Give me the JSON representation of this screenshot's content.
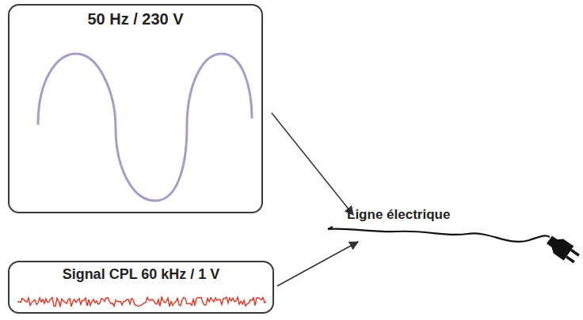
{
  "diagram": {
    "nodes": [
      {
        "text": [
          "50 Hz / 230 V"
        ]
      },
      {
        "text": [
          "Signal CPL 60 kHz / 1 V"
        ]
      }
    ],
    "labels": [
      "Ligne électrique"
    ]
  }
}
